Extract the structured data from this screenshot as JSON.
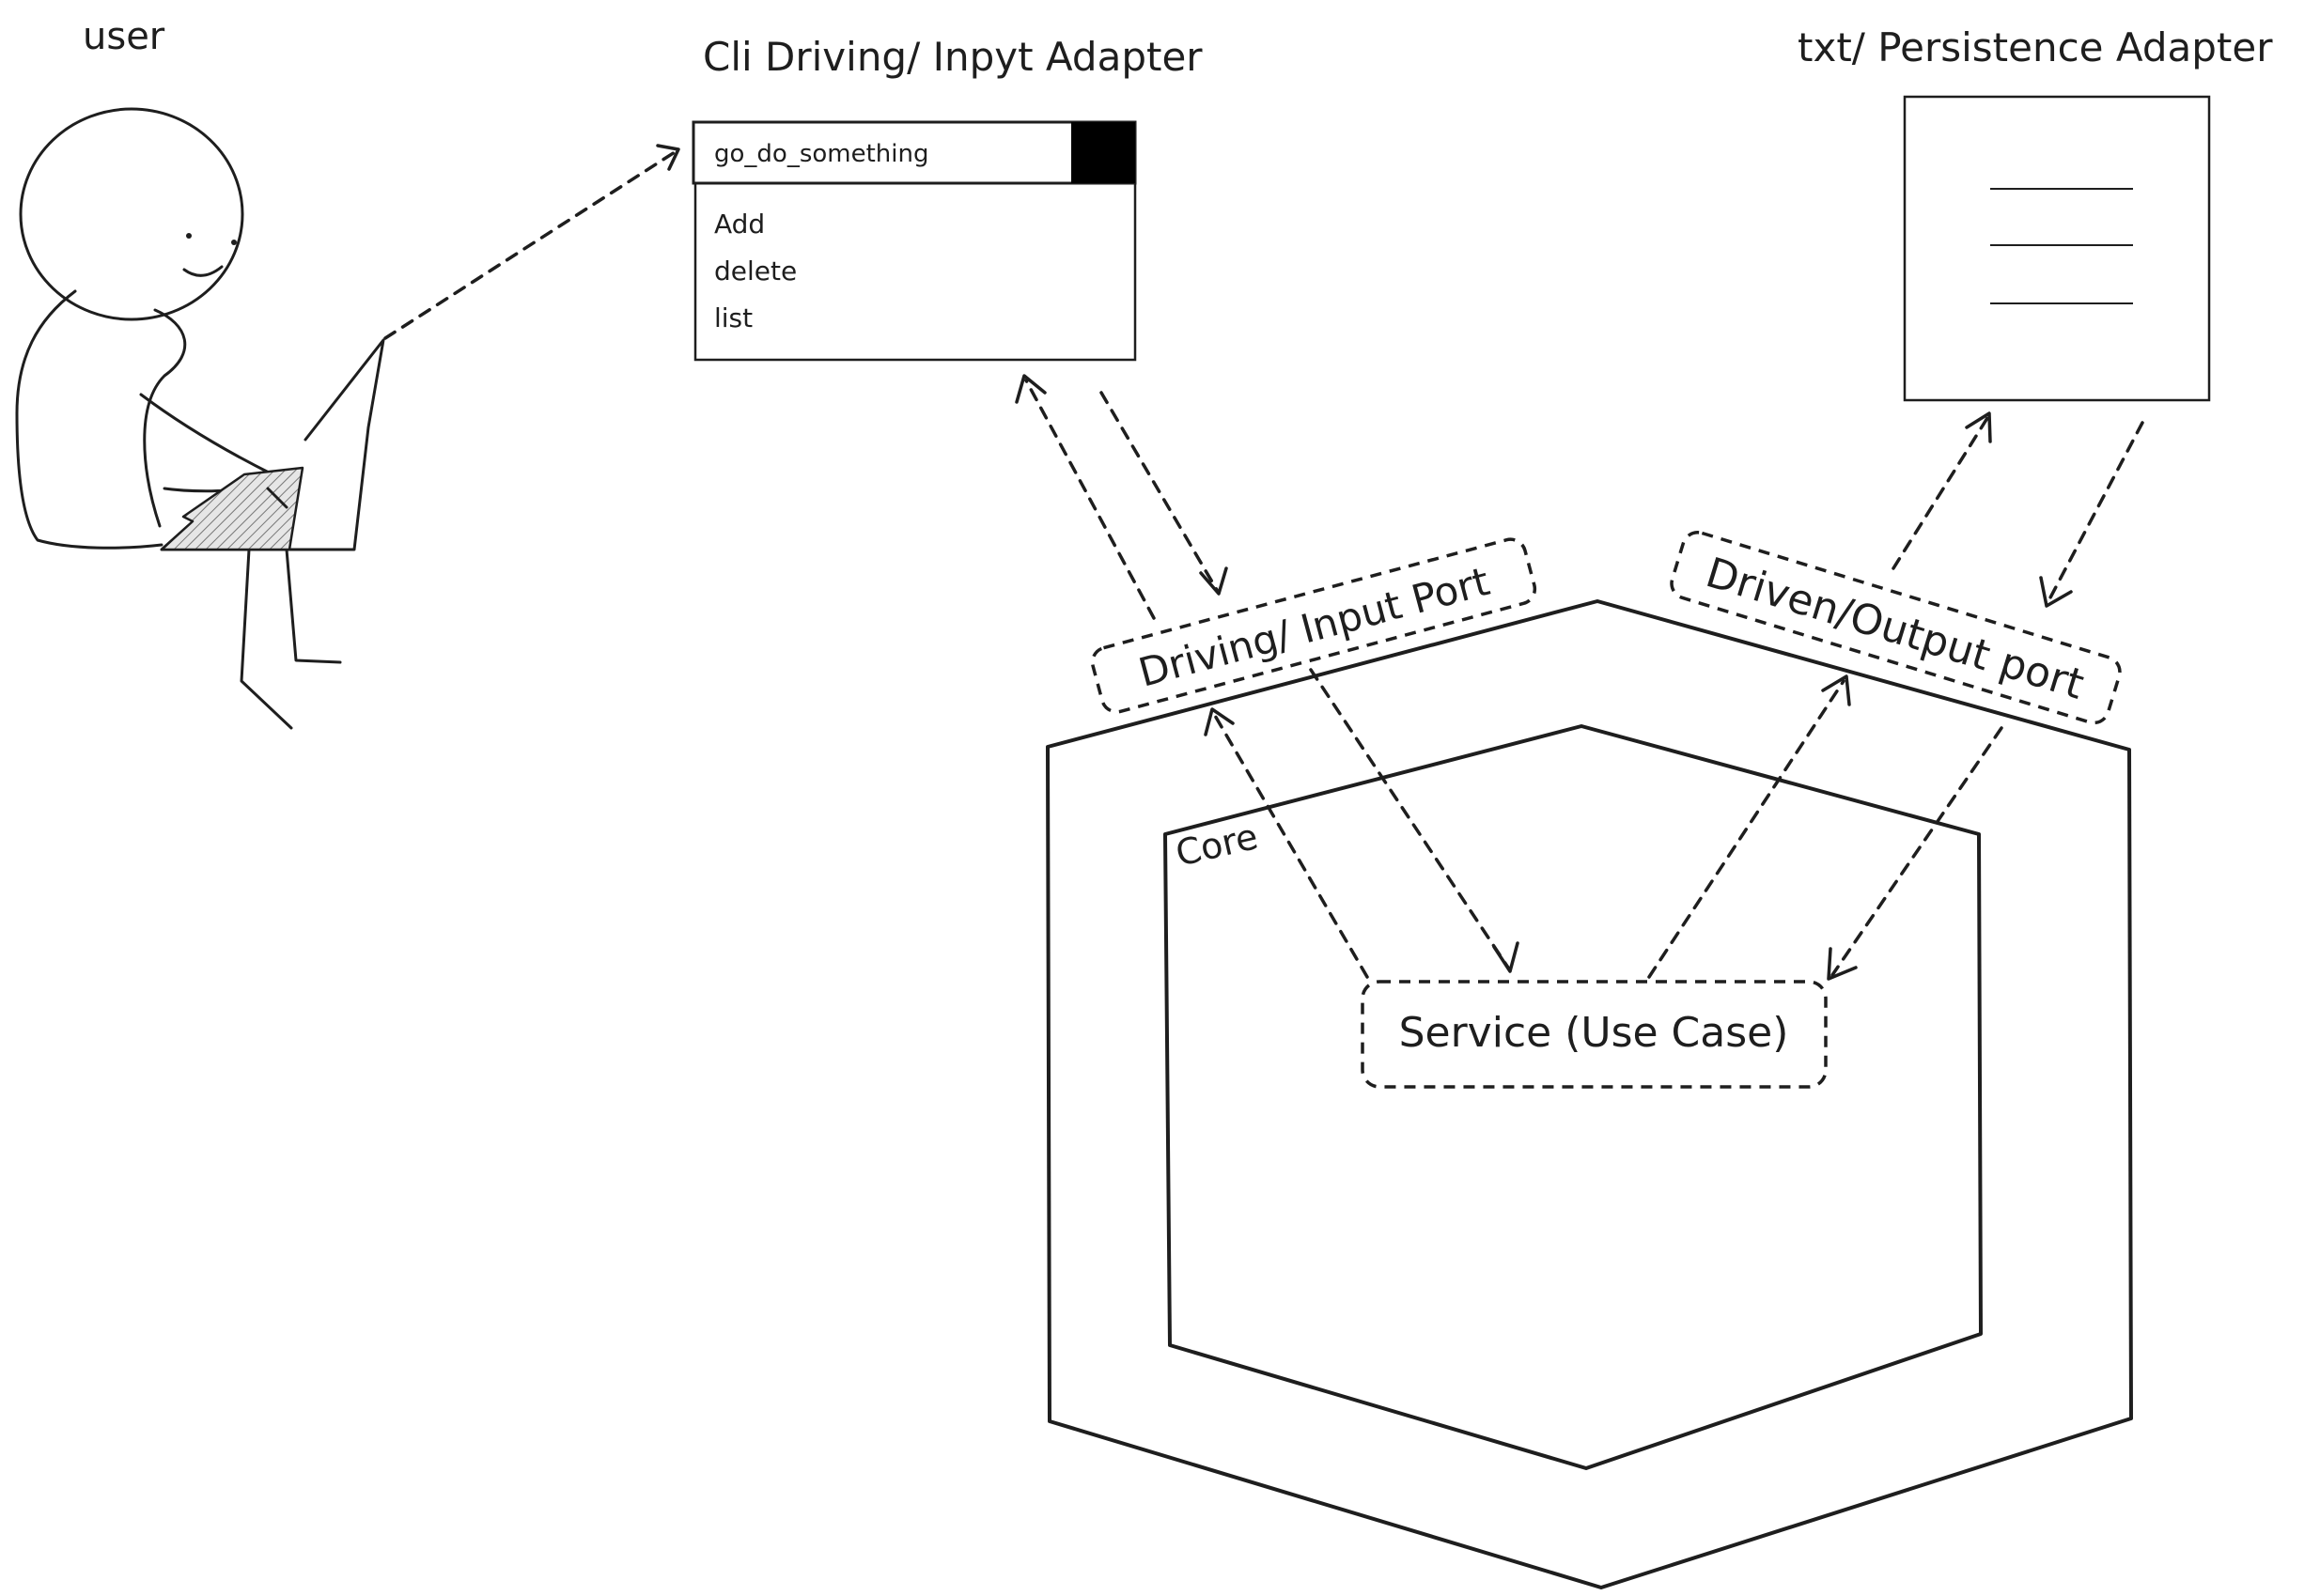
{
  "labels": {
    "user": "user",
    "cli_adapter": "Cli Driving/ Inpyt Adapter",
    "persistence_adapter": "txt/ Persistence Adapter",
    "input_port": "Driving/ Input Port",
    "output_port": "Driven/Output port",
    "core": "Core",
    "service": "Service (Use Case)"
  },
  "cli_window": {
    "command": "go_do_something",
    "menu_items": [
      "Add",
      "delete",
      "list"
    ]
  },
  "colors": {
    "stroke": "#1e1e1e",
    "background": "#ffffff",
    "laptop_fill": "#c8c8c8"
  }
}
